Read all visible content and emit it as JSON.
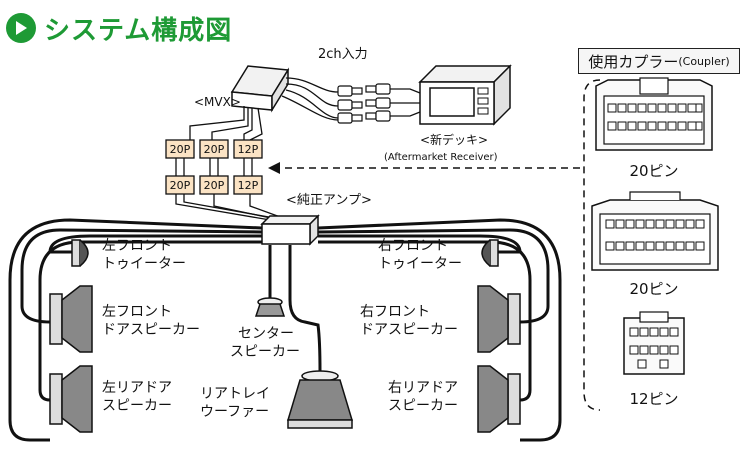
{
  "title": "システム構成図",
  "labels": {
    "input": "2ch入力",
    "mvx": "<MVX>",
    "deck": "<新デッキ>",
    "deck_en": "(Aftermarket Receiver)",
    "amp": "<純正アンプ>",
    "left_tweeter": [
      "左フロント",
      "トゥイーター"
    ],
    "right_tweeter": [
      "右フロント",
      "トゥイーター"
    ],
    "left_front_spk": [
      "左フロント",
      "ドアスピーカー"
    ],
    "right_front_spk": [
      "右フロント",
      "ドアスピーカー"
    ],
    "center_spk": [
      "センター",
      "スピーカー"
    ],
    "left_rear_spk": [
      "左リアドア",
      "スピーカー"
    ],
    "right_rear_spk": [
      "右リアドア",
      "スピーカー"
    ],
    "woofer": [
      "リアトレイ",
      "ウーファー"
    ]
  },
  "connectors": [
    "20P",
    "20P",
    "12P"
  ],
  "coupler": {
    "heading": "使用カプラー",
    "heading_en": "(Coupler)",
    "items": [
      "20ピン",
      "20ピン",
      "12ピン"
    ]
  },
  "colors": {
    "accent": "#1e9a35",
    "connector_fill": "#fbe3c4"
  }
}
